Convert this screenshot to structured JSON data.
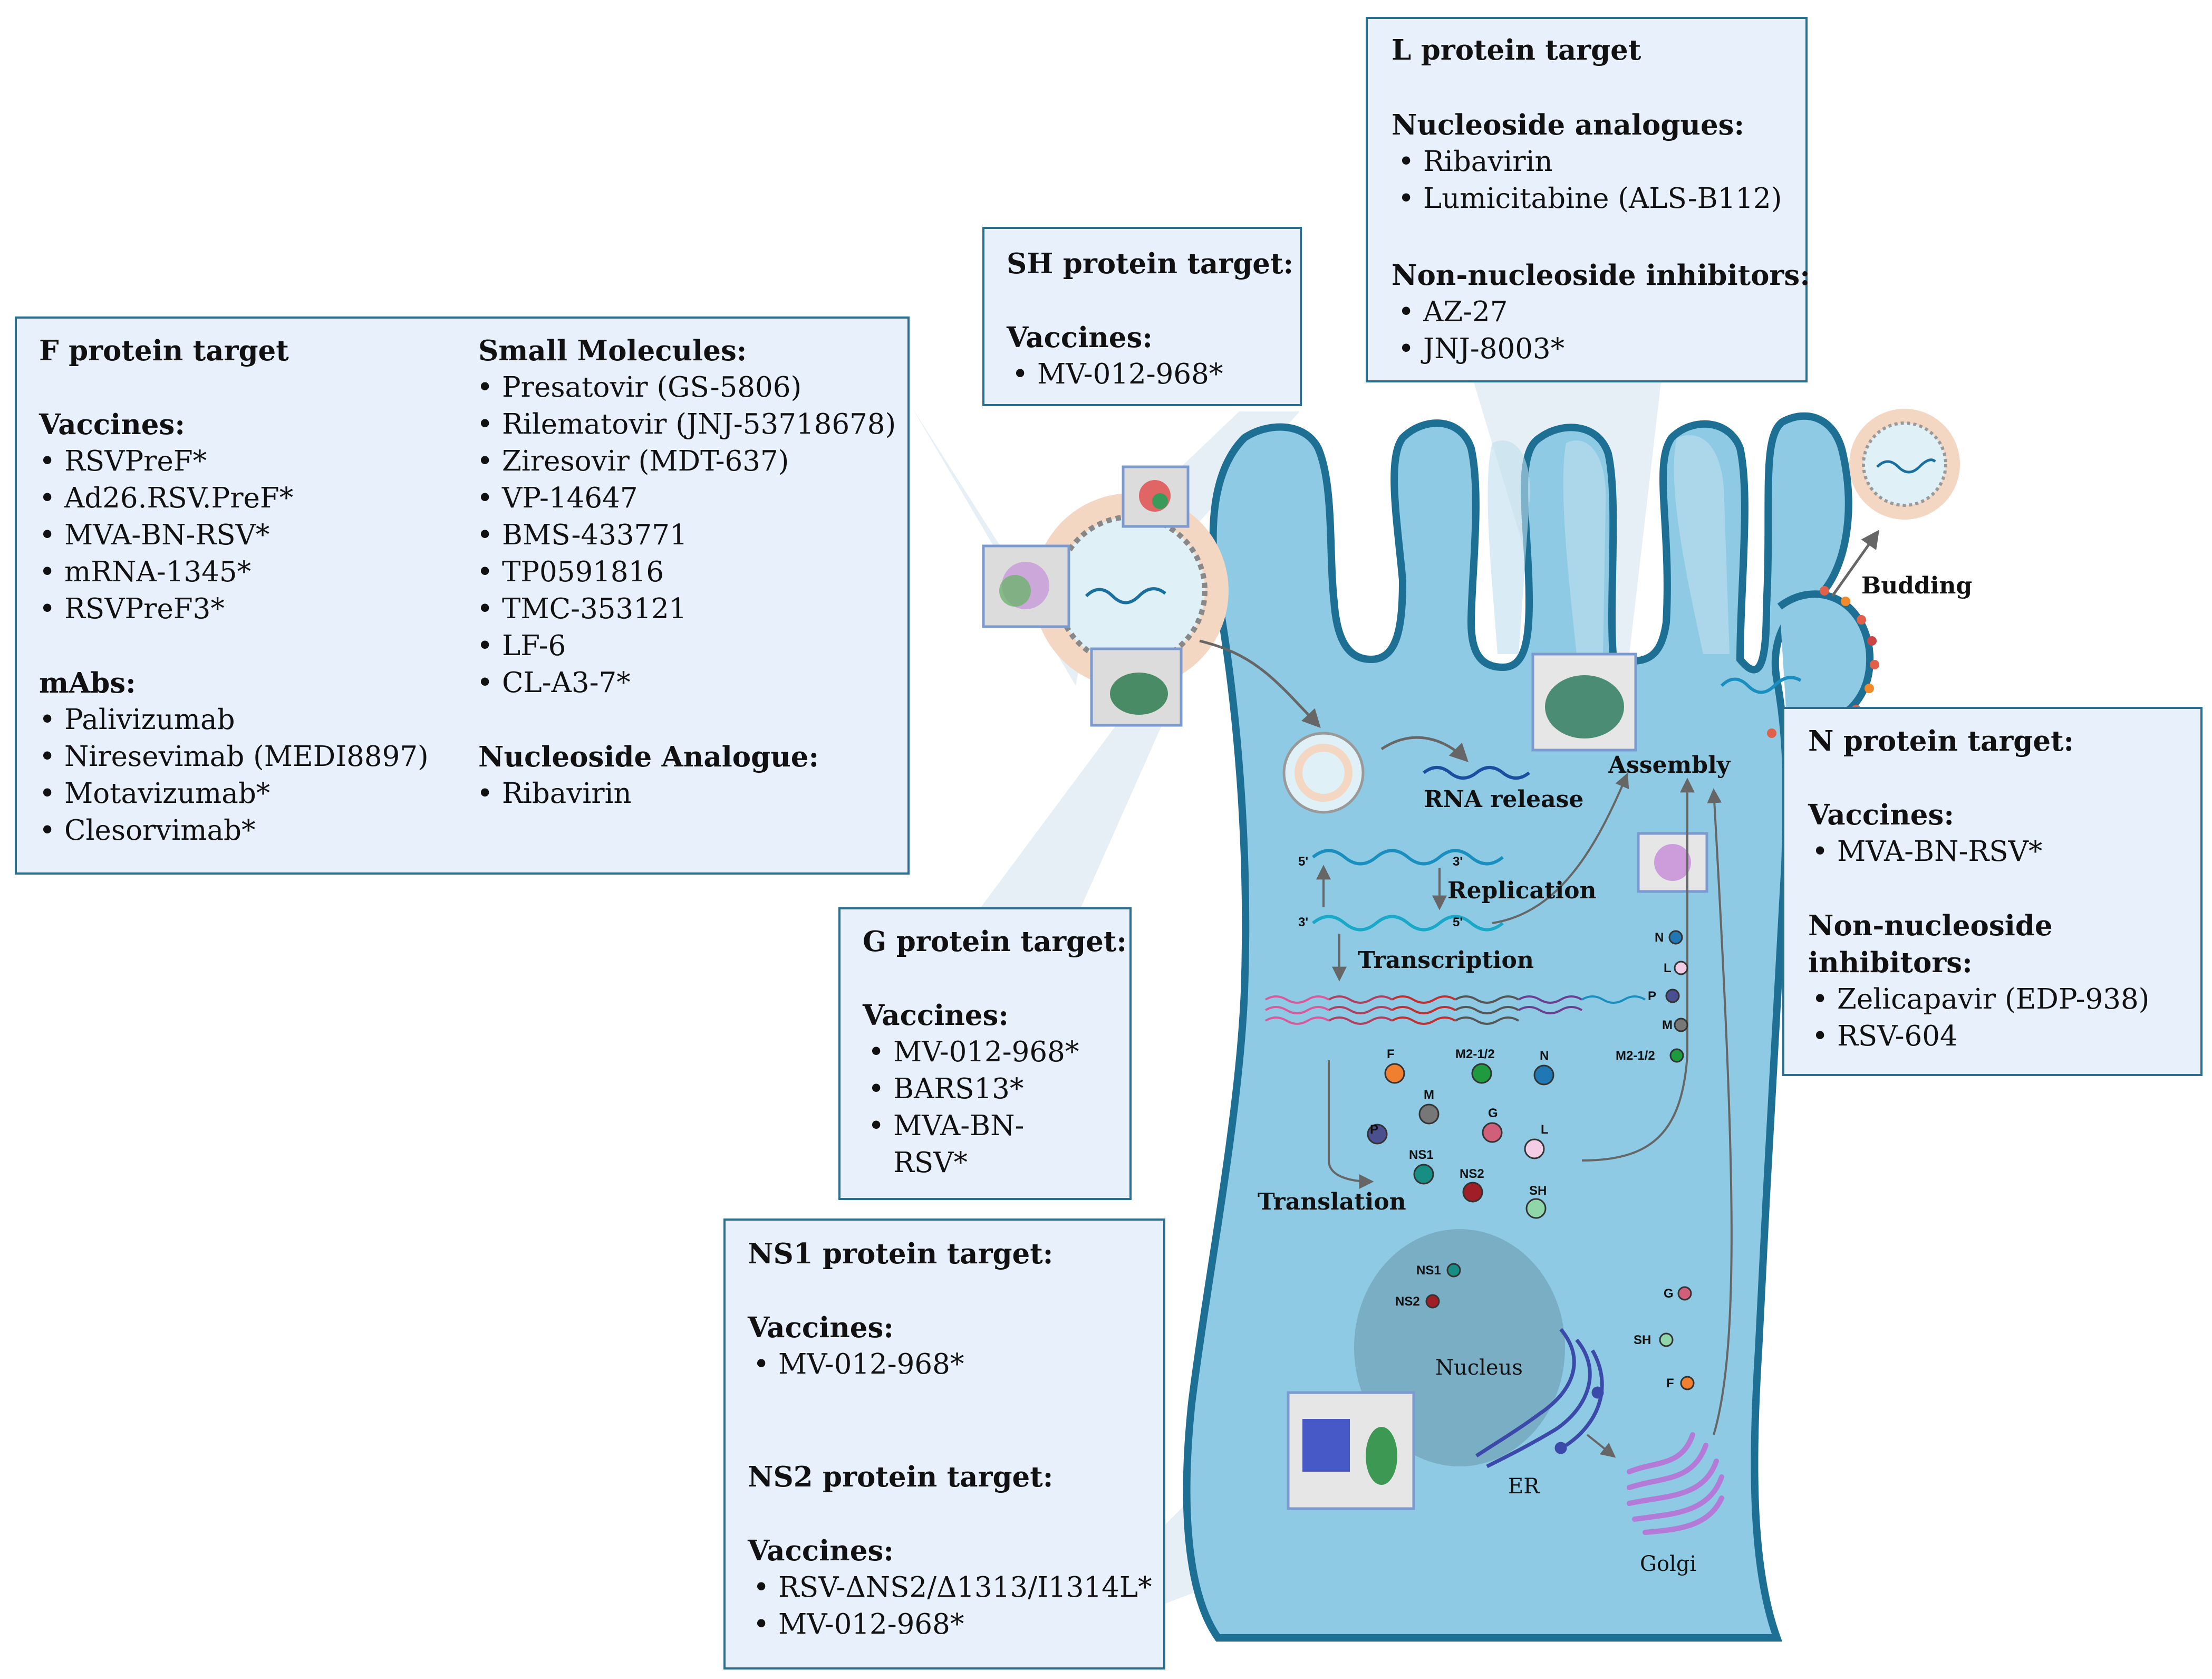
{
  "f_box": {
    "title": "F protein target",
    "vaccines_heading": "Vaccines:",
    "vaccines": [
      "RSVPreF*",
      "Ad26.RSV.PreF*",
      "MVA-BN-RSV*",
      "mRNA-1345*",
      "RSVPreF3*"
    ],
    "mabs_heading": "mAbs:",
    "mabs": [
      "Palivizumab",
      "Niresevimab (MEDI8897)",
      "Motavizumab*",
      "Clesorvimab*"
    ],
    "small_heading": "Small Molecules:",
    "small": [
      "Presatovir (GS-5806)",
      "Rilematovir (JNJ-53718678)",
      "Ziresovir (MDT-637)",
      "VP-14647",
      "BMS-433771",
      "TP0591816",
      "TMC-353121",
      "LF-6",
      "CL-A3-7*"
    ],
    "nuc_heading": "Nucleoside Analogue:",
    "nuc": [
      "Ribavirin"
    ]
  },
  "sh_box": {
    "title": "SH protein target:",
    "vaccines_heading": "Vaccines:",
    "vaccines": [
      "MV-012-968*"
    ]
  },
  "l_box": {
    "title": "L protein target",
    "nuc_heading": "Nucleoside analogues:",
    "nuc": [
      "Ribavirin",
      "Lumicitabine (ALS-B112)"
    ],
    "nonnuc_heading": "Non-nucleoside inhibitors:",
    "nonnuc": [
      "AZ-27",
      "JNJ-8003*"
    ]
  },
  "n_box": {
    "title": "N protein target:",
    "vaccines_heading": "Vaccines:",
    "vaccines": [
      "MVA-BN-RSV*"
    ],
    "nonnuc_heading_1": "Non-nucleoside",
    "nonnuc_heading_2": "inhibitors:",
    "nonnuc": [
      "Zelicapavir (EDP-938)",
      "RSV-604"
    ]
  },
  "g_box": {
    "title": "G protein target:",
    "vaccines_heading": "Vaccines:",
    "vaccines": [
      "MV-012-968*",
      "BARS13*",
      "MVA-BN-",
      "RSV*"
    ]
  },
  "ns_box": {
    "ns1_title": "NS1 protein target:",
    "ns1_vaccines_heading": "Vaccines:",
    "ns1_vaccines": [
      "MV-012-968*"
    ],
    "ns2_title": "NS2 protein target:",
    "ns2_vaccines_heading": "Vaccines:",
    "ns2_vaccines": [
      "RSV-ΔNS2/Δ1313/I1314L*",
      "MV-012-968*"
    ]
  },
  "labels": {
    "budding": "Budding",
    "rna_release": "RNA release",
    "assembly": "Assembly",
    "replication": "Replication",
    "transcription": "Transcription",
    "translation": "Translation",
    "nucleus": "Nucleus",
    "er": "ER",
    "golgi": "Golgi",
    "five_prime": "5'",
    "three_prime": "3'"
  },
  "proteins": {
    "F": "F",
    "M2": "M2-1/2",
    "N": "N",
    "M": "M",
    "P": "P",
    "G": "G",
    "NS1": "NS1",
    "L": "L",
    "NS2": "NS2",
    "SH": "SH"
  },
  "protein_colors": {
    "F": "#f07f2f",
    "M2": "#1f9a3f",
    "N": "#1f77b4",
    "M": "#777777",
    "P": "#4a4f8f",
    "G": "#d0607a",
    "NS1": "#168e84",
    "L": "#f3cde6",
    "NS2": "#a01e26",
    "SH": "#8fd6a8"
  },
  "colors": {
    "box_fill": "#e8f1fb",
    "box_border": "#2a6f8f",
    "cell_fill": "#8ecae3",
    "cell_border": "#1d6f94",
    "nucleus": "#7aaec4"
  }
}
